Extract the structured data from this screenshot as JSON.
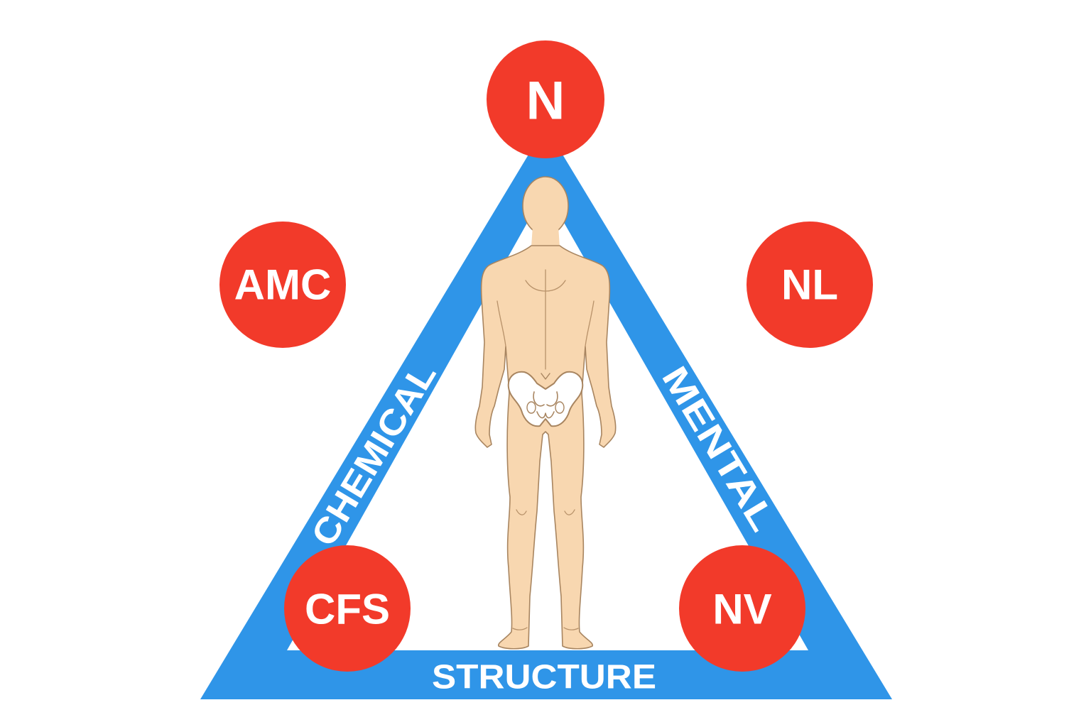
{
  "colors": {
    "triangle": "#2f95e8",
    "node": "#f23a2a",
    "node_text": "#ffffff",
    "skin": "#f8d7b0",
    "outline": "#a88560",
    "background": "#ffffff"
  },
  "triangle": {
    "sides": {
      "left": "CHEMICAL",
      "right": "MENTAL",
      "base": "STRUCTURE"
    }
  },
  "nodes": {
    "top": "N",
    "upper_left": "AMC",
    "upper_right": "NL",
    "lower_left": "CFS",
    "lower_right": "NV"
  },
  "figure": {
    "icon": "human-body-back-view-with-pelvis-icon"
  }
}
